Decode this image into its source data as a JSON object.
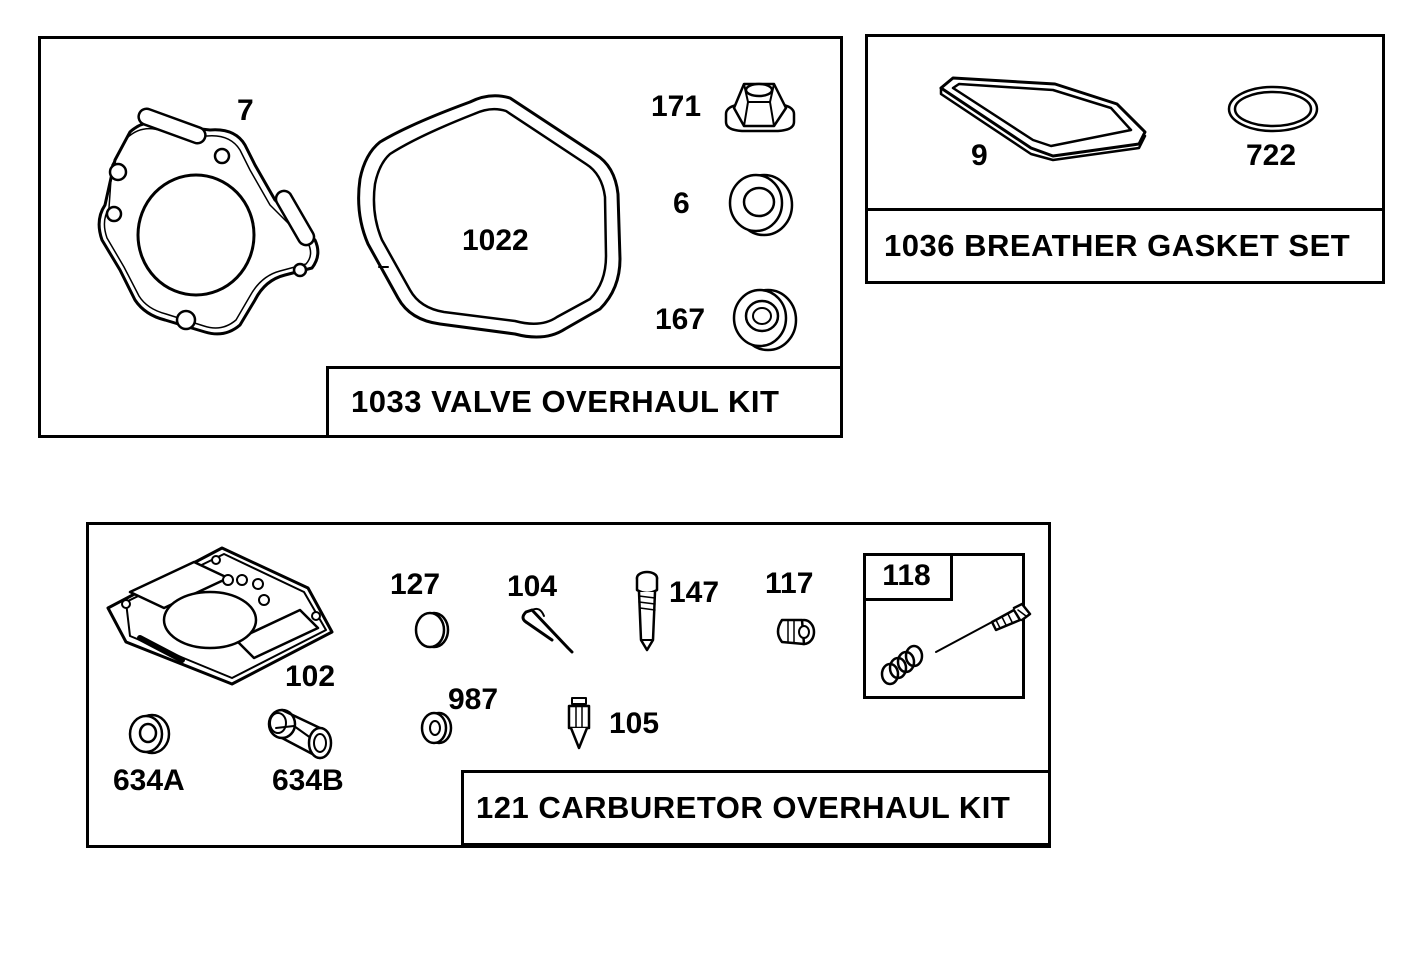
{
  "kits": {
    "valve": {
      "title": "1033 VALVE OVERHAUL KIT",
      "parts": {
        "head_gasket": "7",
        "cover_gasket": "1022",
        "nut": "171",
        "seal": "6",
        "grommet": "167"
      }
    },
    "breather": {
      "title": "1036 BREATHER GASKET SET",
      "parts": {
        "breather_gasket": "9",
        "o_ring": "722"
      }
    },
    "carburetor": {
      "title": "121 CARBURETOR OVERHAUL KIT",
      "parts": {
        "carb_gasket": "102",
        "bushing_a": "634A",
        "bushing_b": "634B",
        "welch_plug": "127",
        "pin": "104",
        "main_jet": "147",
        "plug": "117",
        "washer": "987",
        "inlet_needle": "105",
        "needle_valve": "118"
      }
    }
  }
}
